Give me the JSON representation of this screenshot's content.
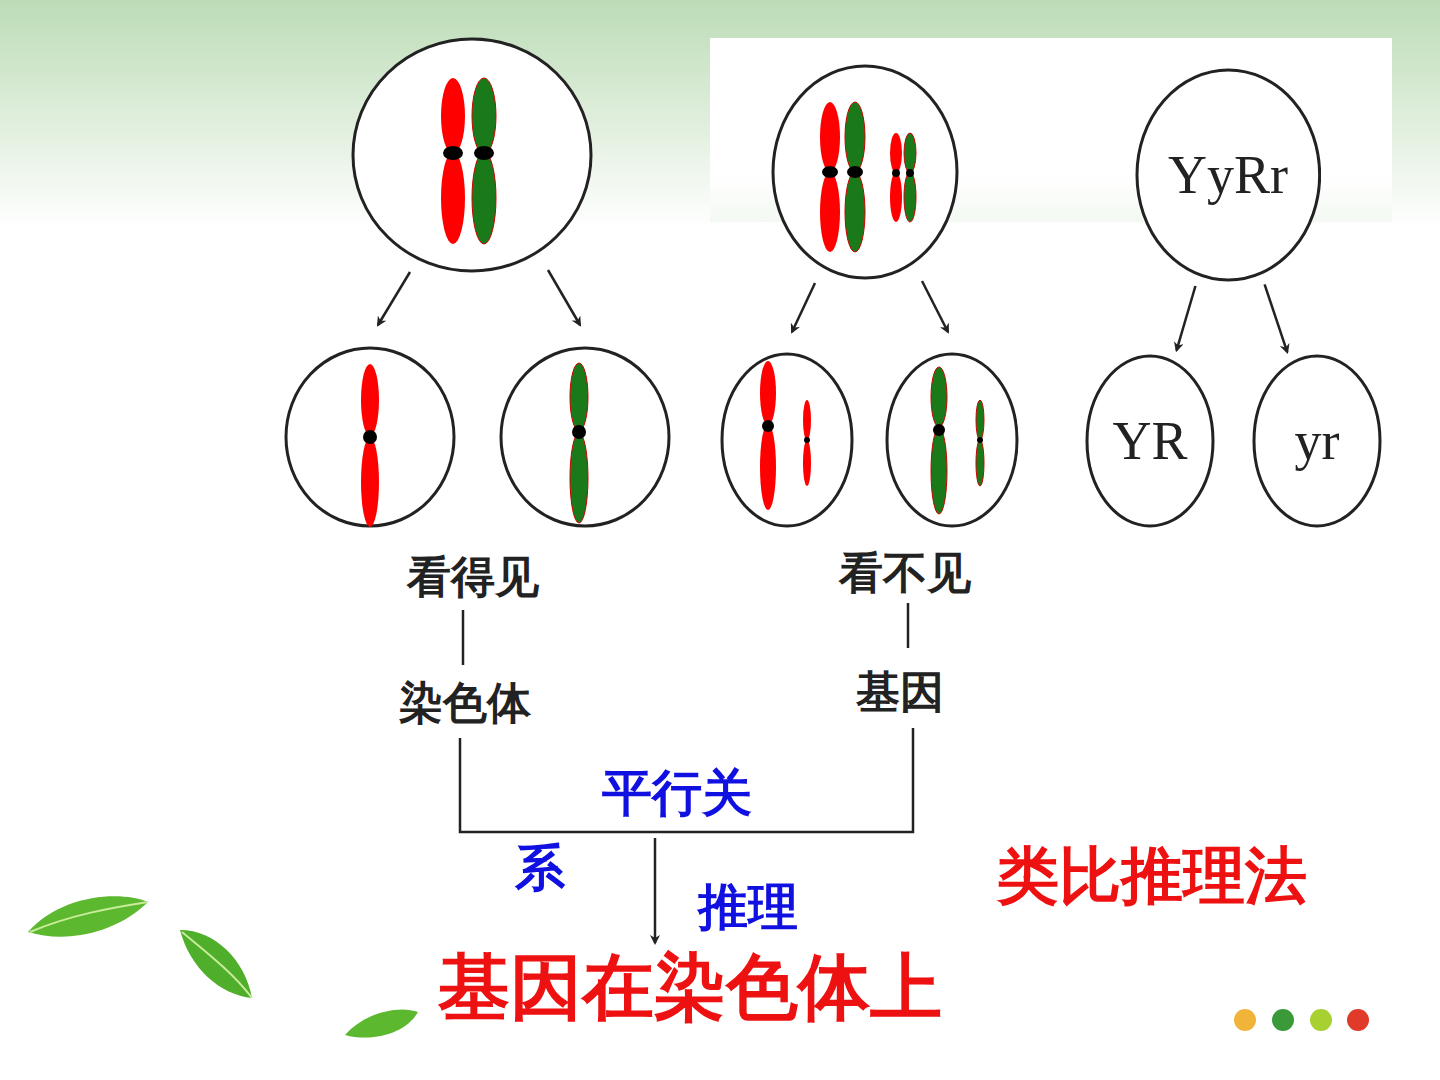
{
  "diagram": {
    "nodes": [
      {
        "text": [
          "YyRr"
        ]
      },
      {
        "text": [
          "YR"
        ]
      },
      {
        "text": [
          "yr"
        ]
      }
    ],
    "edges": [
      {
        "from": 0,
        "to": 1,
        "arrow": "to"
      },
      {
        "from": 0,
        "to": 2,
        "arrow": "to"
      }
    ],
    "labels": [
      "看得见",
      "看不见",
      "染色体",
      "基因",
      "平行关",
      "系",
      "推理",
      "基因在染色体上",
      "类比推理法"
    ]
  }
}
